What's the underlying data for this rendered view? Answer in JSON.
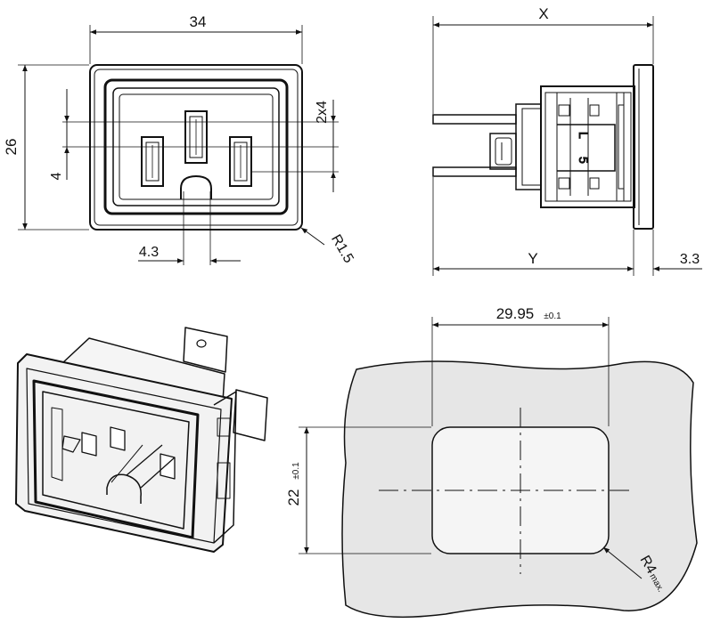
{
  "front_view": {
    "width_label": "34",
    "height_label": "26",
    "pin_gap_label": "4",
    "pin_pitch_label": "2x4",
    "slot_width_label": "4.3",
    "corner_radius_label": "R1.5"
  },
  "side_view": {
    "overall_length_label": "X",
    "body_length_label": "Y",
    "flange_thickness_label": "3.3"
  },
  "cutout_view": {
    "width_label": "29.95",
    "width_tolerance": "±0.1",
    "height_label": "22",
    "height_tolerance": "±0.1",
    "radius_label": "R4",
    "radius_suffix": "max."
  },
  "colors": {
    "line": "#111111",
    "panel_fill": "#e6e6e6",
    "cutout_fill": "#ededed",
    "iso_face": "#f2f2f2"
  }
}
